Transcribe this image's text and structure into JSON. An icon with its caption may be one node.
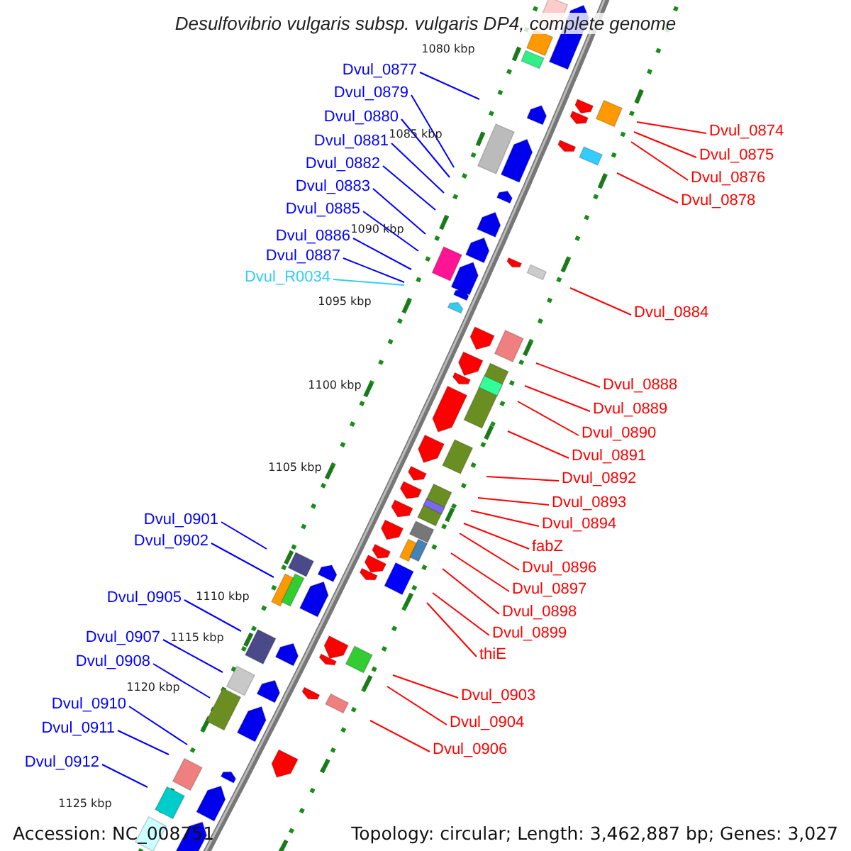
{
  "diagram": {
    "title": "Desulfovibrio vulgaris subsp. vulgaris DP4, complete genome",
    "nodes": [
      {
        "text": [
          "Dvul_0877"
        ]
      },
      {
        "text": [
          "Dvul_0879"
        ]
      },
      {
        "text": [
          "Dvul_0880"
        ]
      },
      {
        "text": [
          "Dvul_0881"
        ]
      },
      {
        "text": [
          "Dvul_0882"
        ]
      },
      {
        "text": [
          "Dvul_0883"
        ]
      },
      {
        "text": [
          "Dvul_0885"
        ]
      },
      {
        "text": [
          "Dvul_0886"
        ]
      },
      {
        "text": [
          "Dvul_0887"
        ]
      },
      {
        "text": [
          "Dvul_R0034"
        ]
      },
      {
        "text": [
          "Dvul_0901"
        ]
      },
      {
        "text": [
          "Dvul_0902"
        ]
      },
      {
        "text": [
          "Dvul_0905"
        ]
      },
      {
        "text": [
          "Dvul_0907"
        ]
      },
      {
        "text": [
          "Dvul_0908"
        ]
      },
      {
        "text": [
          "Dvul_0910"
        ]
      },
      {
        "text": [
          "Dvul_0911"
        ]
      },
      {
        "text": [
          "Dvul_0912"
        ]
      },
      {
        "text": [
          "Dvul_0874"
        ]
      },
      {
        "text": [
          "Dvul_0875"
        ]
      },
      {
        "text": [
          "Dvul_0876"
        ]
      },
      {
        "text": [
          "Dvul_0878"
        ]
      },
      {
        "text": [
          "Dvul_0884"
        ]
      },
      {
        "text": [
          "Dvul_0888"
        ]
      },
      {
        "text": [
          "Dvul_0889"
        ]
      },
      {
        "text": [
          "Dvul_0890"
        ]
      },
      {
        "text": [
          "Dvul_0891"
        ]
      },
      {
        "text": [
          "Dvul_0892"
        ]
      },
      {
        "text": [
          "Dvul_0893"
        ]
      },
      {
        "text": [
          "Dvul_0894"
        ]
      },
      {
        "text": [
          "fabZ"
        ]
      },
      {
        "text": [
          "Dvul_0896"
        ]
      },
      {
        "text": [
          "Dvul_0897"
        ]
      },
      {
        "text": [
          "Dvul_0898"
        ]
      },
      {
        "text": [
          "Dvul_0899"
        ]
      },
      {
        "text": [
          "thiE"
        ]
      },
      {
        "text": [
          "Dvul_0903"
        ]
      },
      {
        "text": [
          "Dvul_0904"
        ]
      },
      {
        "text": [
          "Dvul_0906"
        ]
      }
    ],
    "edges": [
      {
        "from": 0,
        "to": null,
        "arrow": "none",
        "color": "#0000ff"
      },
      {
        "from": 1,
        "to": null,
        "arrow": "none",
        "color": "#0000ff"
      },
      {
        "from": 2,
        "to": null,
        "arrow": "none",
        "color": "#0000ff"
      },
      {
        "from": 3,
        "to": null,
        "arrow": "none",
        "color": "#0000ff"
      },
      {
        "from": 4,
        "to": null,
        "arrow": "none",
        "color": "#0000ff"
      },
      {
        "from": 5,
        "to": null,
        "arrow": "none",
        "color": "#0000ff"
      },
      {
        "from": 6,
        "to": null,
        "arrow": "none",
        "color": "#0000ff"
      },
      {
        "from": 7,
        "to": null,
        "arrow": "none",
        "color": "#0000ff"
      },
      {
        "from": 8,
        "to": null,
        "arrow": "none",
        "color": "#0000ff"
      },
      {
        "from": 9,
        "to": null,
        "arrow": "none",
        "color": "#33ccff"
      },
      {
        "from": 10,
        "to": null,
        "arrow": "none",
        "color": "#0000ff"
      },
      {
        "from": 11,
        "to": null,
        "arrow": "none",
        "color": "#0000ff"
      },
      {
        "from": 12,
        "to": null,
        "arrow": "none",
        "color": "#0000ff"
      },
      {
        "from": 13,
        "to": null,
        "arrow": "none",
        "color": "#0000ff"
      },
      {
        "from": 14,
        "to": null,
        "arrow": "none",
        "color": "#0000ff"
      },
      {
        "from": 15,
        "to": null,
        "arrow": "none",
        "color": "#0000ff"
      },
      {
        "from": 16,
        "to": null,
        "arrow": "none",
        "color": "#0000ff"
      },
      {
        "from": 17,
        "to": null,
        "arrow": "none",
        "color": "#0000ff"
      },
      {
        "from": 18,
        "to": null,
        "arrow": "none"
      },
      {
        "from": 19,
        "to": null,
        "arrow": "none"
      },
      {
        "from": 20,
        "to": null,
        "arrow": "none"
      },
      {
        "from": 21,
        "to": null,
        "arrow": "none"
      },
      {
        "from": 22,
        "to": null,
        "arrow": "none"
      },
      {
        "from": 23,
        "to": null,
        "arrow": "none"
      },
      {
        "from": 24,
        "to": null,
        "arrow": "none"
      },
      {
        "from": 25,
        "to": null,
        "arrow": "none"
      },
      {
        "from": 26,
        "to": null,
        "arrow": "none"
      },
      {
        "from": 27,
        "to": null,
        "arrow": "none"
      },
      {
        "from": 28,
        "to": null,
        "arrow": "none"
      },
      {
        "from": 29,
        "to": null,
        "arrow": "none"
      },
      {
        "from": 30,
        "to": null,
        "arrow": "none"
      },
      {
        "from": 31,
        "to": null,
        "arrow": "none"
      },
      {
        "from": 32,
        "to": null,
        "arrow": "none"
      },
      {
        "from": 33,
        "to": null,
        "arrow": "none"
      },
      {
        "from": 34,
        "to": null,
        "arrow": "none"
      },
      {
        "from": 35,
        "to": null,
        "arrow": "none"
      },
      {
        "from": 36,
        "to": null,
        "arrow": "none"
      },
      {
        "from": 37,
        "to": null,
        "arrow": "none"
      },
      {
        "from": 38,
        "to": null,
        "arrow": "none"
      }
    ],
    "labels": [
      "1080 kbp",
      "1085 kbp",
      "1090 kbp",
      "1095 kbp",
      "1100 kbp",
      "1105 kbp",
      "1110 kbp",
      "1115 kbp",
      "1120 kbp",
      "1125 kbp",
      "Accession: NC_008751",
      "Topology: circular; Length: 3,462,887 bp; Genes: 3,027"
    ]
  }
}
